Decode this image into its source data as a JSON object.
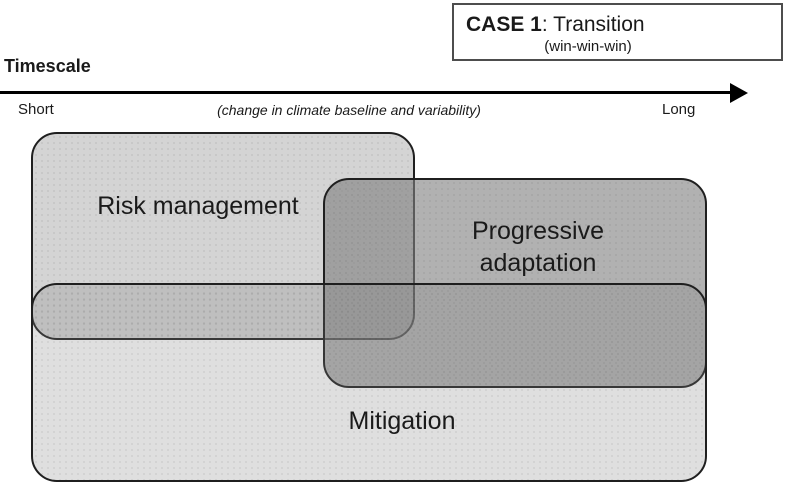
{
  "figure": {
    "case_box": {
      "title_bold": "CASE 1",
      "title_rest": ": Transition",
      "subtitle": "(win-win-win)"
    },
    "timescale": {
      "label": "Timescale",
      "short": "Short",
      "note": "(change in climate baseline and variability)",
      "long": "Long"
    },
    "shapes": {
      "risk": {
        "label": "Risk management",
        "fill": "rgba(128,128,128,0.34)",
        "approx_hex": "#d4d4d4"
      },
      "progressive": {
        "label": "Progressive adaptation",
        "fill": "rgba(128,128,128,0.61)",
        "approx_hex": "#b2b2b2"
      },
      "mitigation": {
        "label": "Mitigation",
        "fill": "rgba(128,128,128,0.25)",
        "approx_hex": "#dcdcdc"
      }
    },
    "colors": {
      "border": "#1f1f1f",
      "arrow": "#000000",
      "text": "#1a1a1a",
      "case_border": "#4d4d4d",
      "background": "#ffffff"
    }
  }
}
